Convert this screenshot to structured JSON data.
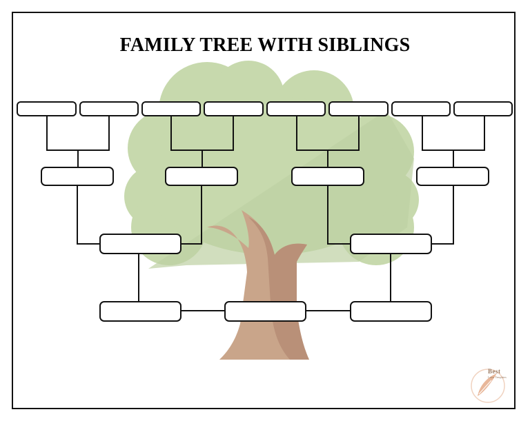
{
  "title": "FAMILY TREE WITH SIBLINGS",
  "logo": {
    "text": "Best",
    "subtext": "Letter Templates"
  },
  "colors": {
    "foliage": "#c7d9ad",
    "foliage_dark": "#bdd0a3",
    "trunk": "#c9a58a",
    "trunk_dark": "#b99078",
    "box_stroke": "#111111",
    "logo": "#e8b79a"
  },
  "boxes": {
    "great_grandparents": [
      "",
      "",
      "",
      "",
      "",
      "",
      "",
      ""
    ],
    "grandparents": [
      "",
      "",
      "",
      ""
    ],
    "parents": [
      "",
      ""
    ],
    "self_and_siblings": [
      "",
      "",
      ""
    ]
  }
}
